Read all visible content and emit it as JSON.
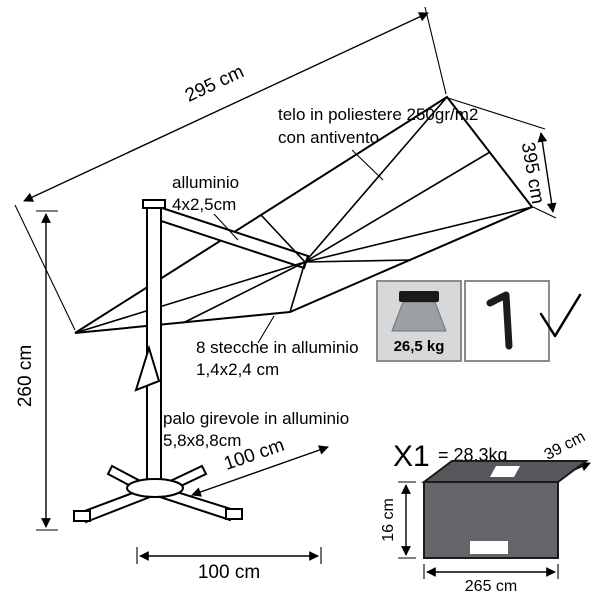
{
  "diagram_title": "cantilever-umbrella-dimension-diagram",
  "labels": {
    "dim_canopy_width": "295 cm",
    "dim_canopy_depth": "395 cm",
    "dim_height": "260 cm",
    "dim_base_arm": "100 cm",
    "dim_base_width": "100 cm",
    "canopy_line1": "telo in poliestere 250gr/m2",
    "canopy_line2": "con antivento",
    "arm_line1": "alluminio",
    "arm_line2": "4x2,5cm",
    "ribs_line1": "8 stecche in alluminio",
    "ribs_line2": "1,4x2,4 cm",
    "pole_line1": "palo girevole in alluminio",
    "pole_line2": "5,8x8,8cm"
  },
  "base_box": {
    "weight": "26,5 kg"
  },
  "tools_box": {
    "allen_key_icon": "allen-key",
    "check_icon": "checkmark"
  },
  "package": {
    "quantity": "X1",
    "weight": "= 28,3kg",
    "depth": "39 cm",
    "height": "16 cm",
    "length": "265 cm"
  },
  "colors": {
    "line": "#000000",
    "panel_fill": "#d7d8d9",
    "panel_border": "#8c8c8c",
    "pedestal_gray": "#9aa0a3",
    "package_top": "#55575a",
    "package_front": "#636568"
  }
}
